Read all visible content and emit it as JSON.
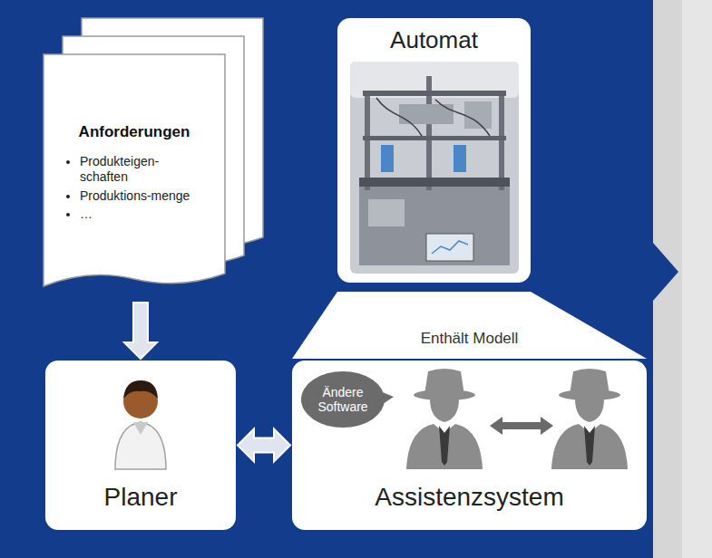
{
  "diagram": {
    "nodes": [
      {
        "text": [
          "Anforderungen",
          "Produkteigen-schaften",
          "Produktions-menge",
          "…"
        ]
      },
      {
        "text": [
          "Automat"
        ]
      },
      {
        "text": [
          "Enthält Modell"
        ]
      },
      {
        "text": [
          "Planer"
        ]
      },
      {
        "text": [
          "Assistenzsystem"
        ]
      },
      {
        "text": [
          "Ändere Software"
        ],
        "in": 4
      }
    ],
    "edges": [
      {
        "from": 0,
        "to": 3,
        "arrow": "to"
      },
      {
        "from": 3,
        "to": 4,
        "arrow": "both"
      }
    ]
  }
}
